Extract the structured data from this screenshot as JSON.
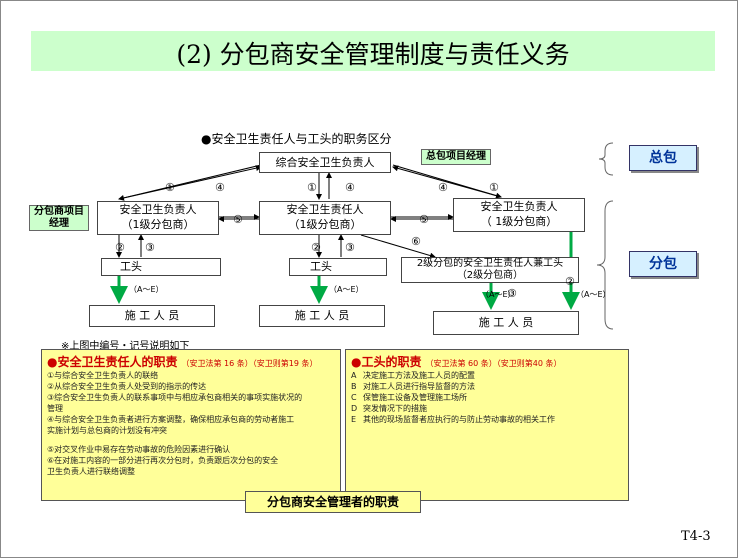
{
  "title": "(2) 分包商安全管理制度与责任义务",
  "diagram": {
    "heading": "●安全卫生责任人与工头的职务区分",
    "top_box": "综合安全卫生负责人",
    "gc_pm_tag": "总包项目经理",
    "sub_pm_tag": "分包商项目经理",
    "left_resp": [
      "安全卫生负责人",
      "（1级分包商）"
    ],
    "mid_resp": [
      "安全卫生责任人",
      "（1级分包商）"
    ],
    "right_resp": [
      "安全卫生负责人",
      "（ 1级分包商）"
    ],
    "second_tier": [
      "2级分包的安全卫生责任人兼工头",
      "（2级分包商）"
    ],
    "foreman": "工头",
    "worker": "施 工 人 员",
    "ae": "（A～E）",
    "marks": [
      "①",
      "②",
      "③",
      "④",
      "⑤",
      "⑥"
    ],
    "note": "※上图中编号・记号说明如下"
  },
  "legend": {
    "general": "总包",
    "sub": "分包"
  },
  "left_panel": {
    "title": "●安全卫生责任人的职责",
    "ref": "（安卫法第 16 条）（安卫则第19 条）",
    "lines": [
      "①与综合安全卫生负责人的联络",
      "②从综合安全卫生负责人处受到的指示的传达",
      "③综合安全卫生负责人的联系事项中与相应承包商相关的事项实施状况的",
      "管理",
      "④与综合安全卫生负责者进行方案调整，确保相应承包商的劳动者施工",
      "实施计划与总包商的计划没有冲突",
      "",
      "⑤对交叉作业中易存在劳动事故的危险因素进行确认",
      "⑥在对施工内容的一部分进行再次分包时，负责跟后次分包的安全",
      "卫生负责人进行联络调整"
    ]
  },
  "right_panel": {
    "title": "●工头的职责",
    "ref": "（安卫法第 60 条）（安卫则第40 条）",
    "items": [
      {
        "key": "A",
        "text": "决定施工方法及施工人员的配置"
      },
      {
        "key": "B",
        "text": "对施工人员进行指导监督的方法"
      },
      {
        "key": "C",
        "text": "保管施工设备及管理施工场所"
      },
      {
        "key": "D",
        "text": "突发情况下的措施"
      },
      {
        "key": "E",
        "text": "其他的现场监督者应执行的与防止劳动事故的相关工作"
      }
    ]
  },
  "footer_label": "分包商安全管理者的职责",
  "page_no": "T4-3"
}
